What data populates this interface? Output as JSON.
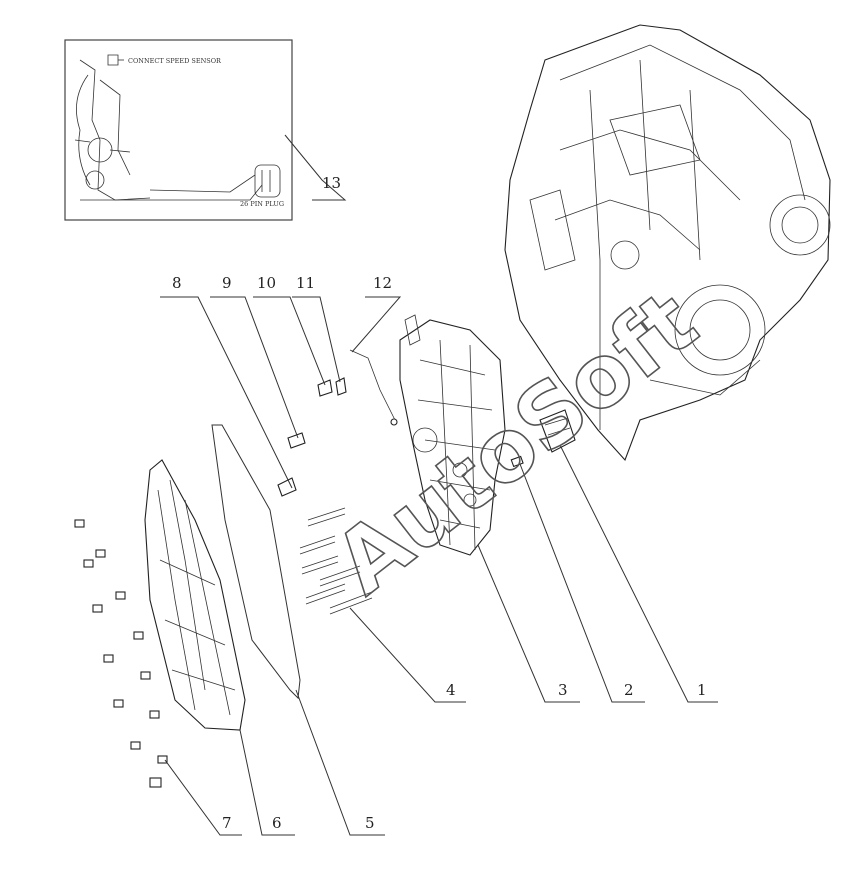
{
  "inset": {
    "connector_label": "CONNECT SPEED SENSOR",
    "plug_label": "26 PIN PLUG"
  },
  "watermark": "AutoSoft",
  "callouts": [
    {
      "id": "1",
      "label": "1"
    },
    {
      "id": "2",
      "label": "2"
    },
    {
      "id": "3",
      "label": "3"
    },
    {
      "id": "4",
      "label": "4"
    },
    {
      "id": "5",
      "label": "5"
    },
    {
      "id": "6",
      "label": "6"
    },
    {
      "id": "7",
      "label": "7"
    },
    {
      "id": "8",
      "label": "8"
    },
    {
      "id": "9",
      "label": "9"
    },
    {
      "id": "10",
      "label": "10"
    },
    {
      "id": "11",
      "label": "11"
    },
    {
      "id": "12",
      "label": "12"
    },
    {
      "id": "13",
      "label": "13"
    }
  ]
}
